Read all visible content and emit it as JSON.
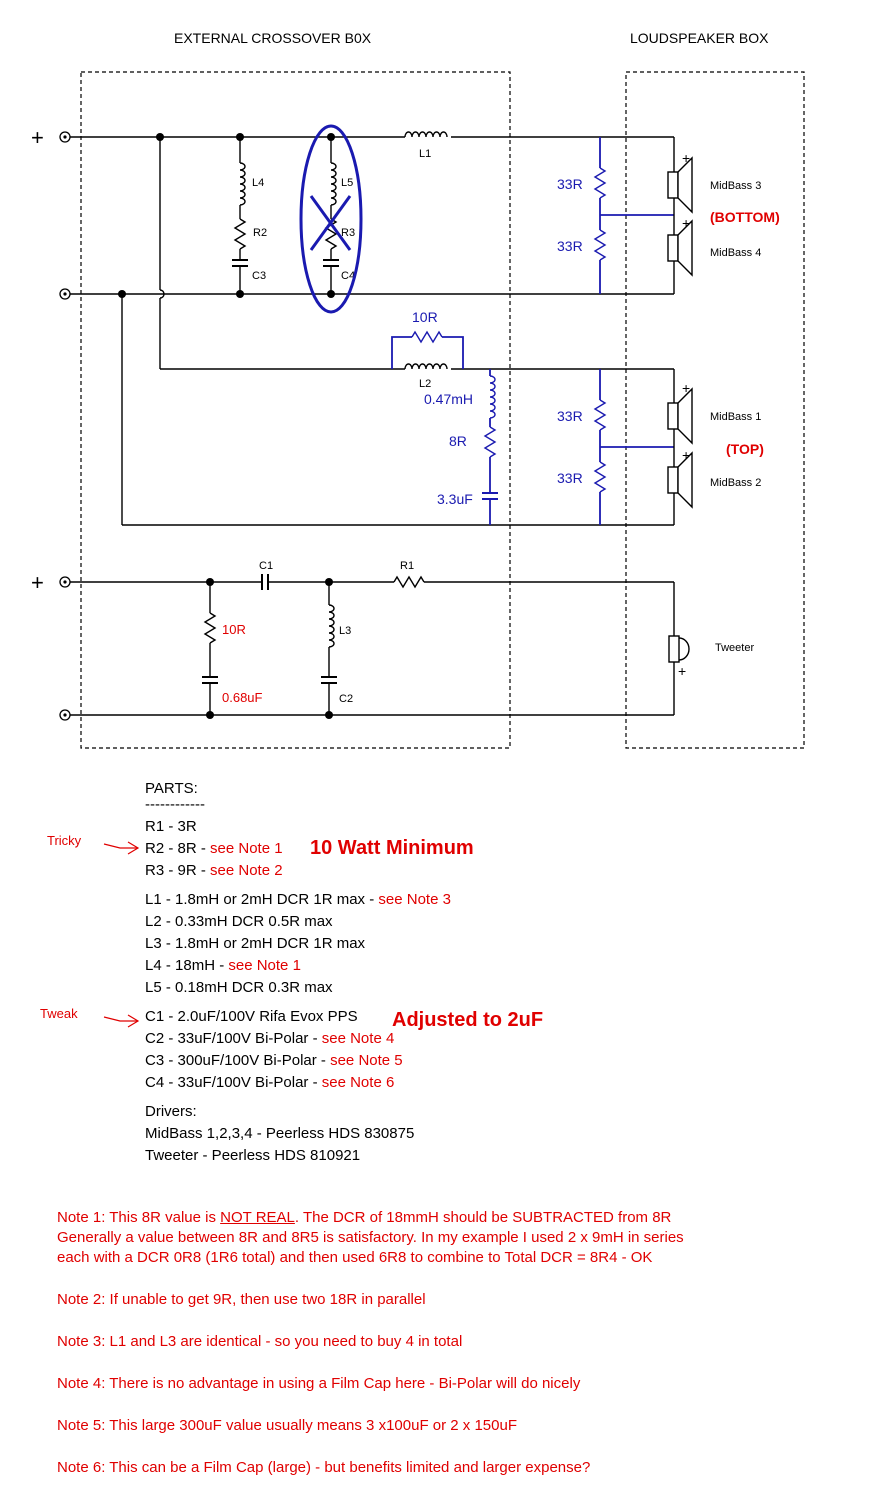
{
  "titles": {
    "crossover": "EXTERNAL CROSSOVER B0X",
    "speaker": "LOUDSPEAKER BOX"
  },
  "terminals": {
    "plus": "+"
  },
  "components": {
    "L1": "L1",
    "L2": "L2",
    "L3": "L3",
    "L4": "L4",
    "L5": "L5",
    "R1": "R1",
    "R2": "R2",
    "R3": "R3",
    "C1": "C1",
    "C2": "C2",
    "C3": "C3",
    "C4": "C4"
  },
  "mods": {
    "r_10R_top": "10R",
    "l_047mH": "0.47mH",
    "r_8R": "8R",
    "c_33uF": "3.3uF",
    "r_33R": "33R",
    "r_10R_tw": "10R",
    "c_068uF": "0.68uF"
  },
  "drivers": {
    "mb3": "MidBass 3",
    "mb4": "MidBass 4",
    "mb1": "MidBass 1",
    "mb2": "MidBass 2",
    "tweeter": "Tweeter",
    "bottom": "(BOTTOM)",
    "top": "(TOP)"
  },
  "annotations": {
    "tricky": "Tricky",
    "tweak": "Tweak",
    "watt": "10 Watt Minimum",
    "adjusted": "Adjusted to 2uF"
  },
  "parts": {
    "title": "PARTS:",
    "underline": "------------",
    "r1": "R1 - 3R",
    "r2": "R2 - 8R - ",
    "r2_note": "see Note 1",
    "r3": "R3 - 9R - ",
    "r3_note": "see Note 2",
    "l1": "L1 - 1.8mH or 2mH DCR 1R max - ",
    "l1_note": "see Note 3",
    "l2": "L2 - 0.33mH DCR 0.5R max",
    "l3": "L3 - 1.8mH or 2mH DCR 1R max",
    "l4": "L4 - 18mH - ",
    "l4_note": "see Note 1",
    "l5": "L5 - 0.18mH DCR 0.3R max",
    "c1": "C1 - 2.0uF/100V Rifa Evox PPS",
    "c2": "C2 - 33uF/100V Bi-Polar - ",
    "c2_note": "see Note 4",
    "c3": "C3 - 300uF/100V Bi-Polar - ",
    "c3_note": "see Note 5",
    "c4": "C4 - 33uF/100V Bi-Polar - ",
    "c4_note": "see Note 6",
    "drivers_title": "Drivers:",
    "midbass": "MidBass 1,2,3,4 - Peerless HDS 830875",
    "tweeter": "Tweeter - Peerless HDS 810921"
  },
  "notes": {
    "n1_a": "Note 1: This 8R value is ",
    "n1_b": "NOT REAL",
    "n1_c": ". The DCR of 18mmH should be SUBTRACTED from 8R",
    "n1_l2": "Generally a value between 8R and 8R5 is satisfactory. In my example I used 2 x 9mH in series",
    "n1_l3": "each with a DCR 0R8 (1R6 total) and then used 6R8 to combine to Total DCR = 8R4 - OK",
    "n2": "Note 2: If unable to get 9R, then use two 18R in parallel",
    "n3": "Note 3: L1 and L3 are identical - so you need to buy 4 in total",
    "n4": "Note 4: There is no advantage in using a Film Cap here - Bi-Polar will do nicely",
    "n5": "Note 5: This large 300uF value usually means 3 x100uF or 2 x 150uF",
    "n6": "Note 6: This can be a Film Cap (large) - but benefits limited and larger expense?"
  },
  "colors": {
    "black": "#000000",
    "blue": "#1a1ab0",
    "red": "#e00000"
  }
}
